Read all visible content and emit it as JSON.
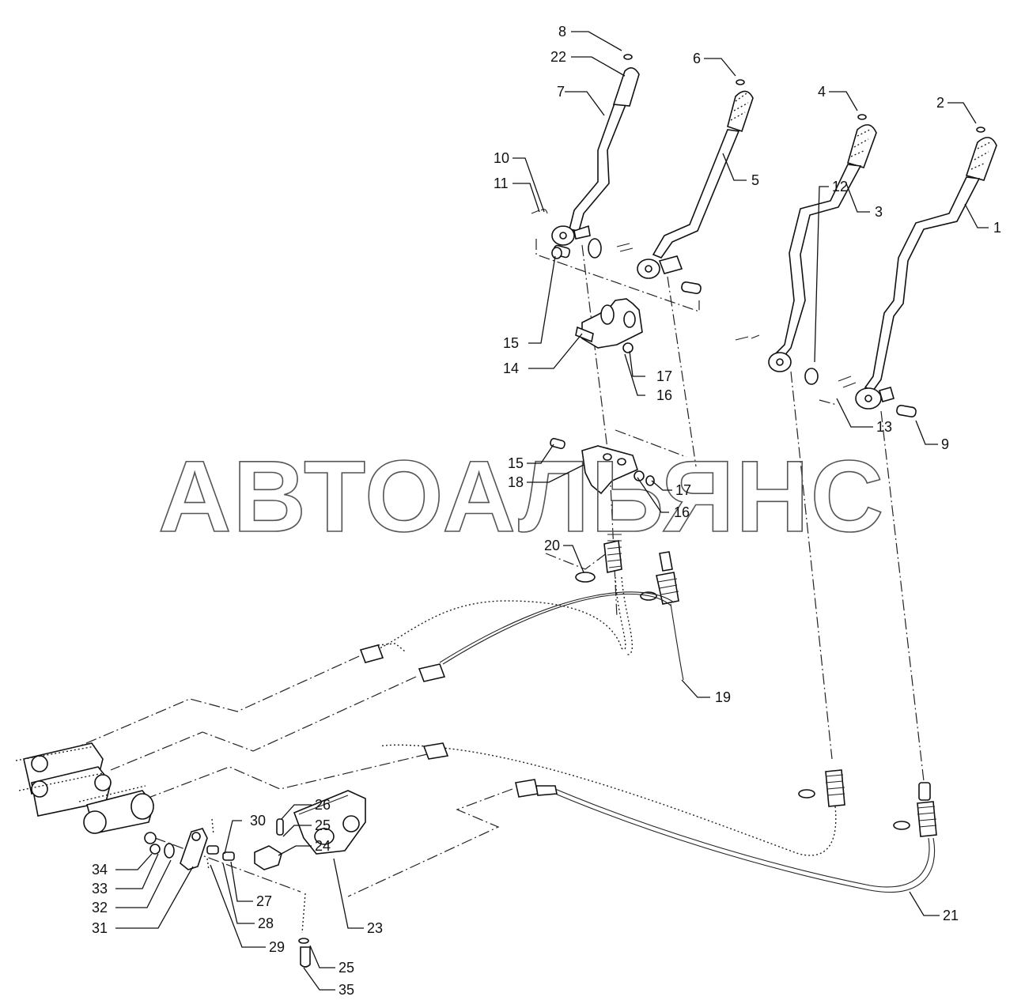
{
  "watermark": "АВТОАЛЬЯНС",
  "callouts": {
    "c1": "1",
    "c2": "2",
    "c3": "3",
    "c4": "4",
    "c5": "5",
    "c6": "6",
    "c7": "7",
    "c8": "8",
    "c9": "9",
    "c10": "10",
    "c11": "11",
    "c12": "12",
    "c13": "13",
    "c14": "14",
    "c15a": "15",
    "c15b": "15",
    "c16a": "16",
    "c16b": "16",
    "c17a": "17",
    "c17b": "17",
    "c18": "18",
    "c19": "19",
    "c20": "20",
    "c21": "21",
    "c22": "22",
    "c23": "23",
    "c24": "24",
    "c25a": "25",
    "c25b": "25",
    "c26": "26",
    "c27": "27",
    "c28": "28",
    "c29": "29",
    "c30": "30",
    "c31": "31",
    "c32": "32",
    "c33": "33",
    "c34": "34",
    "c35": "35"
  }
}
